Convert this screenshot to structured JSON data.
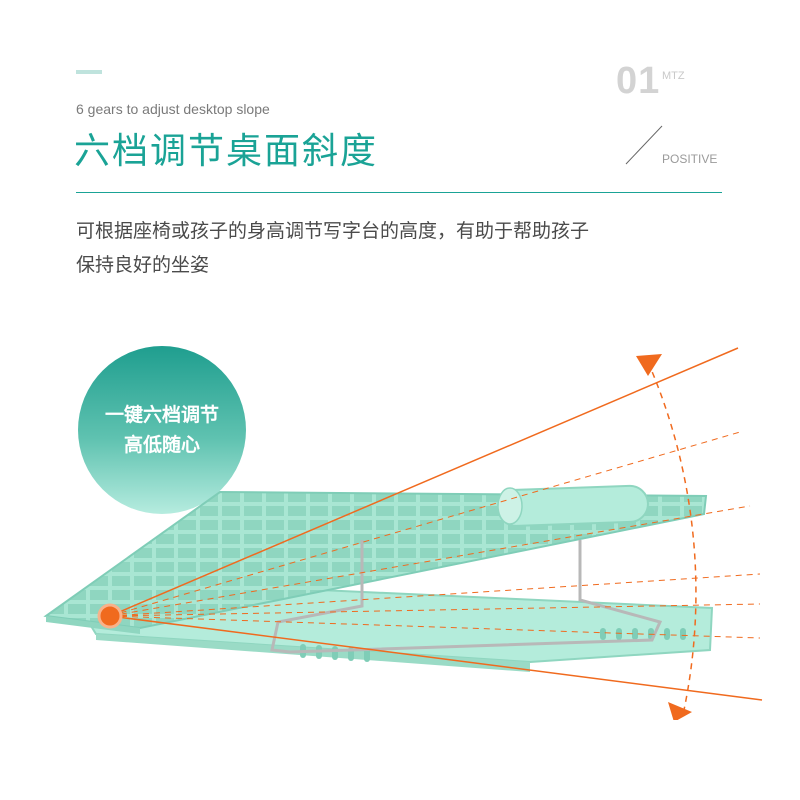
{
  "header": {
    "subtitle_en": "6 gears to adjust desktop slope",
    "title_cn": "六档调节桌面斜度",
    "number": "01",
    "number_suffix": "MTZ",
    "positive_label": "POSITIVE"
  },
  "description": {
    "line1": "可根据座椅或孩子的身高调节写字台的高度，有助于帮助孩子",
    "line2": "保持良好的坐姿"
  },
  "badge": {
    "line1": "一键六档调节",
    "line2": "高低随心"
  },
  "colors": {
    "accent_teal": "#1aa396",
    "angle_orange": "#f06a1e",
    "stand_mint": "#a9e6d3"
  },
  "illustration": {
    "gear_count": 6
  }
}
